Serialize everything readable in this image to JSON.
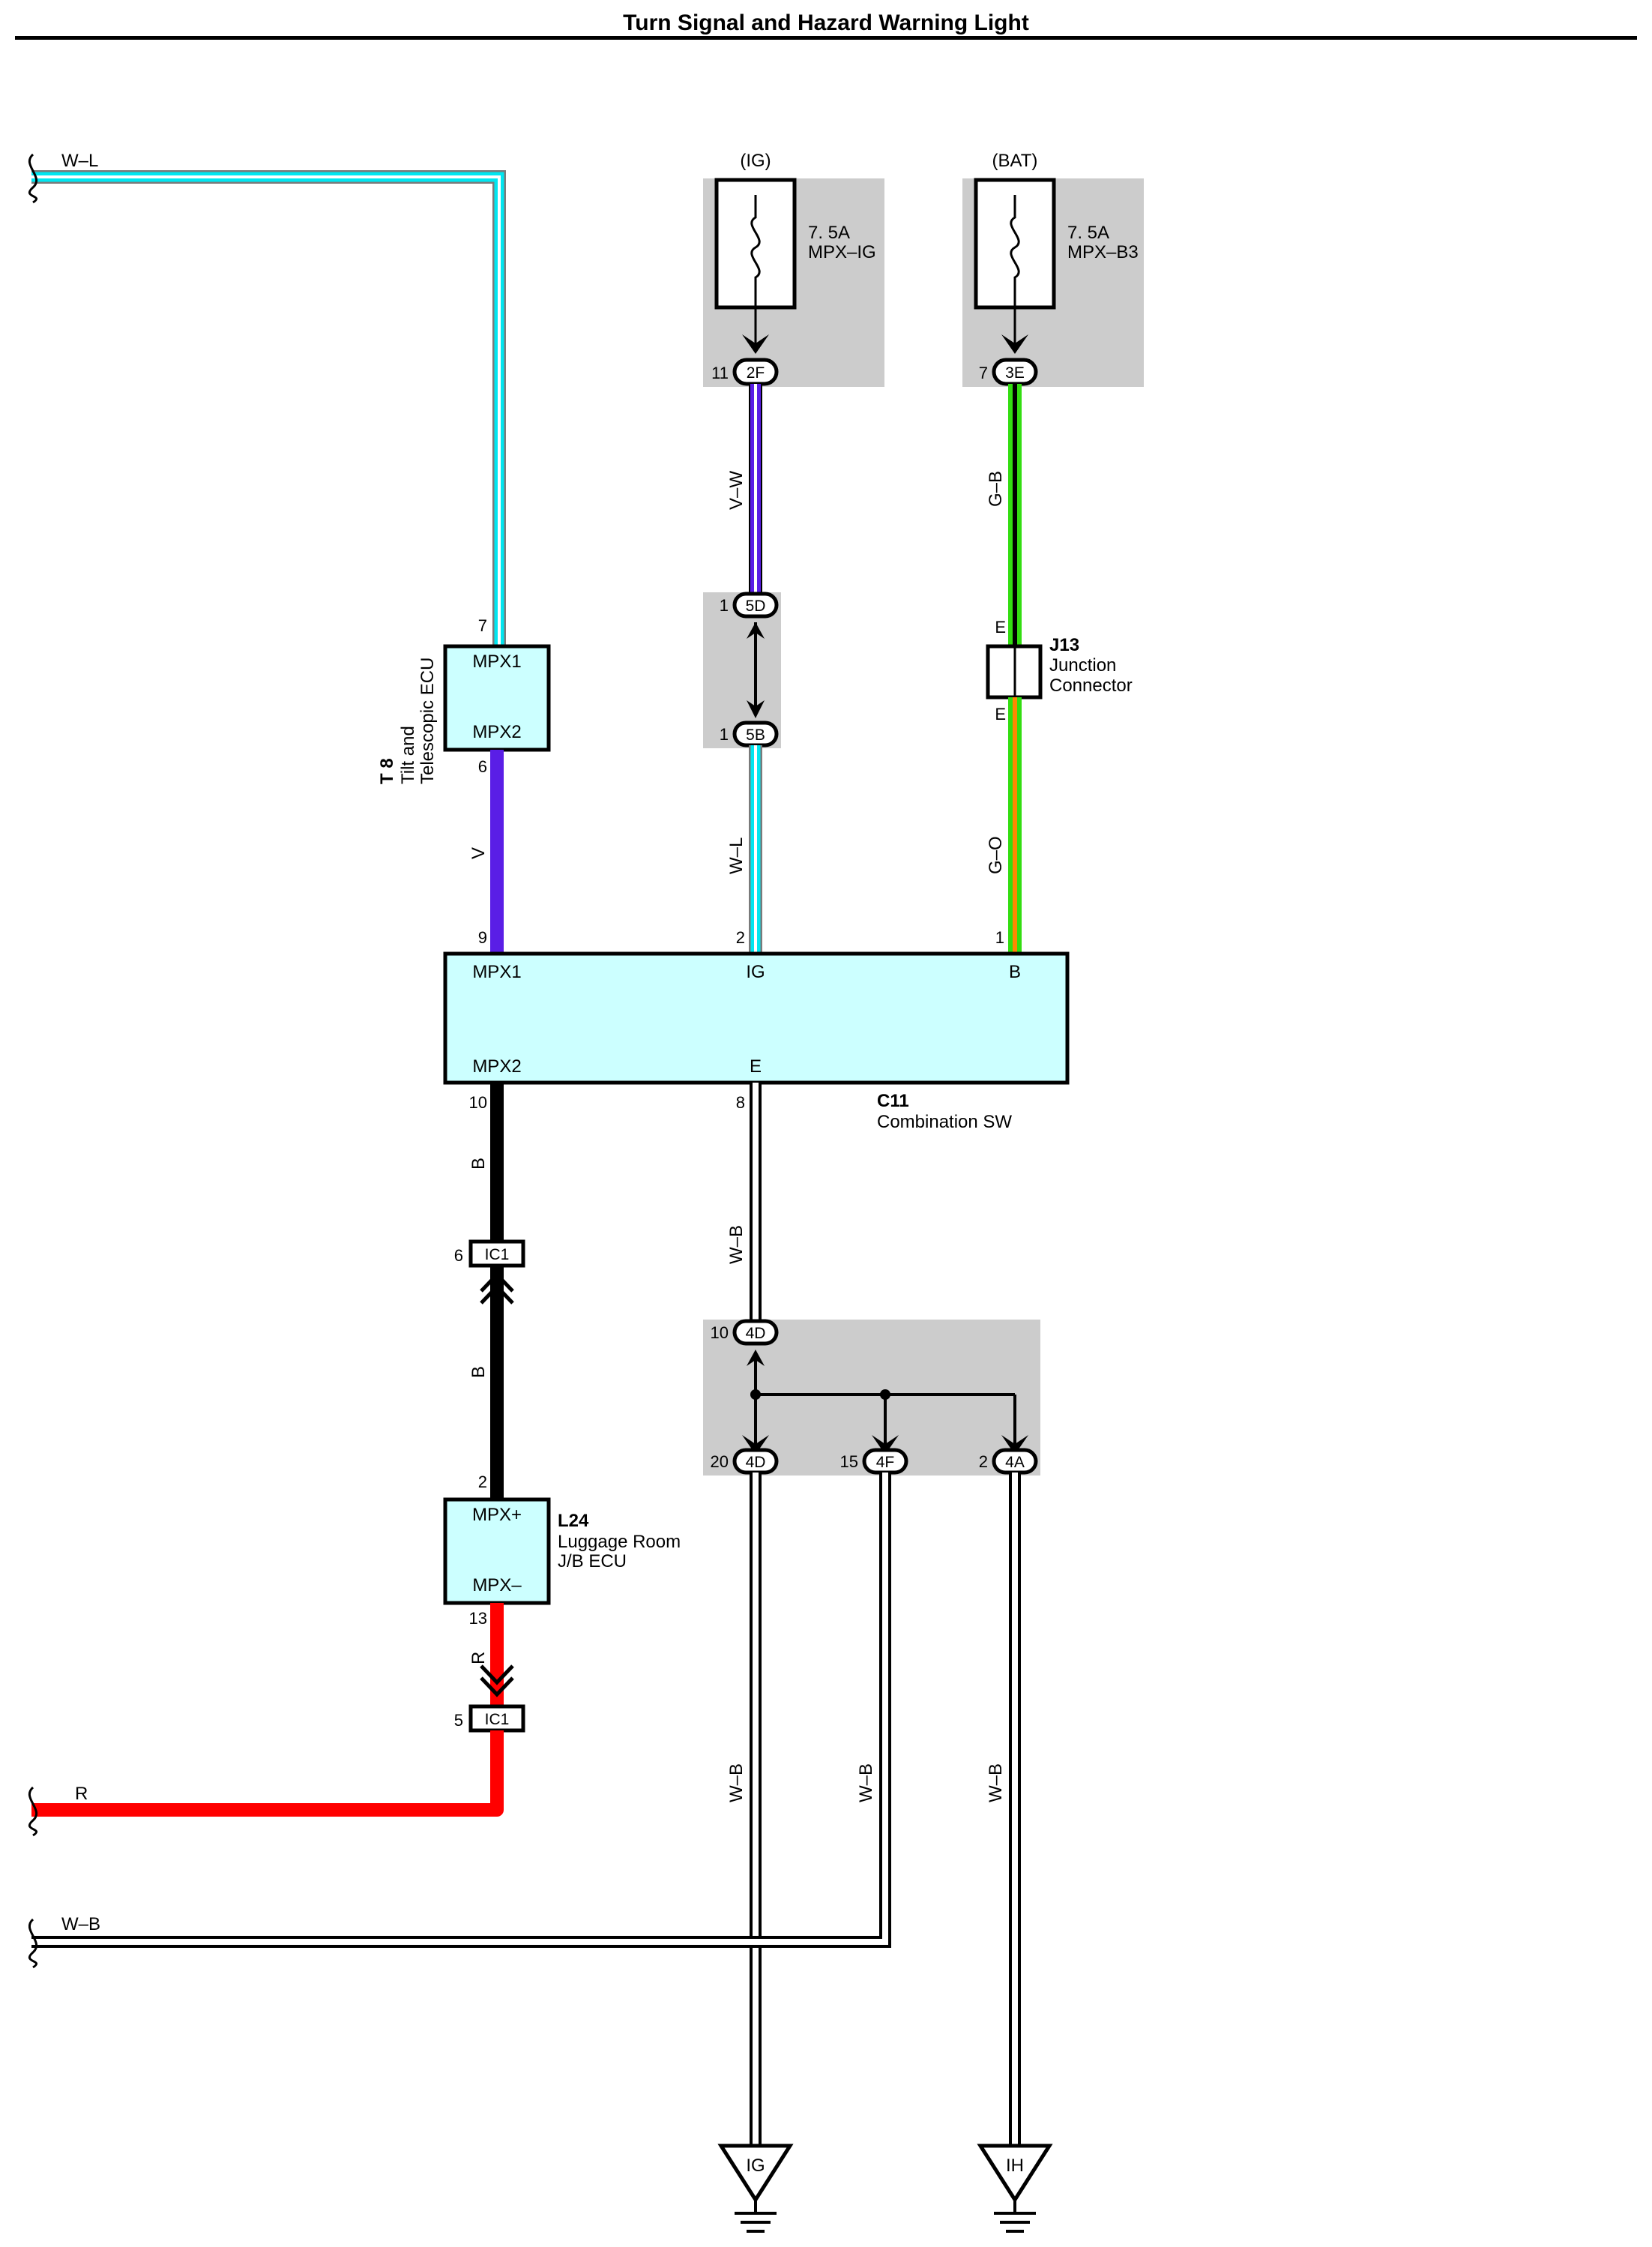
{
  "title": "Turn Signal and Hazard Warning Light",
  "sources": {
    "ig": {
      "label": "(IG)",
      "fuse_rating": "7. 5A",
      "fuse_name": "MPX–IG",
      "connector": "2F",
      "pin": "11"
    },
    "bat": {
      "label": "(BAT)",
      "fuse_rating": "7. 5A",
      "fuse_name": "MPX–B3",
      "connector": "3E",
      "pin": "7"
    }
  },
  "wires": {
    "w_l_top": "W–L",
    "v_w": "V–W",
    "g_b": "G–B",
    "v": "V",
    "w_l_mid": "W–L",
    "g_o": "G–O",
    "w_b_upper": "W–B",
    "b_upper": "B",
    "b_lower": "B",
    "r_short": "R",
    "r_left": "R",
    "w_b_left": "W–B",
    "w_b_1": "W–B",
    "w_b_2": "W–B",
    "w_b_3": "W–B"
  },
  "connectors": {
    "c5d": {
      "name": "5D",
      "pin": "1"
    },
    "c5b": {
      "name": "5B",
      "pin": "1"
    },
    "c4d_top": {
      "name": "4D",
      "pin": "10"
    },
    "c4d_bot": {
      "name": "4D",
      "pin": "20"
    },
    "c4f": {
      "name": "4F",
      "pin": "15"
    },
    "c4a": {
      "name": "4A",
      "pin": "2"
    },
    "ic1_top": {
      "name": "IC1",
      "pin": "6"
    },
    "ic1_bot": {
      "name": "IC1",
      "pin": "5"
    }
  },
  "components": {
    "t8": {
      "id": "T 8",
      "name_line1": "Tilt and",
      "name_line2": "Telescopic ECU",
      "term1": "MPX1",
      "term2": "MPX2",
      "pin_top": "7",
      "pin_bot": "6"
    },
    "j13": {
      "id": "J13",
      "name_line1": "Junction",
      "name_line2": "Connector",
      "pin_top": "E",
      "pin_bot": "E"
    },
    "c11": {
      "id": "C11",
      "name": "Combination SW",
      "term_mpx1": "MPX1",
      "term_ig": "IG",
      "term_b": "B",
      "term_mpx2": "MPX2",
      "term_e": "E",
      "pin_mpx1": "9",
      "pin_ig": "2",
      "pin_b": "1",
      "pin_mpx2": "10",
      "pin_e": "8"
    },
    "l24": {
      "id": "L24",
      "name_line1": "Luggage Room",
      "name_line2": "J/B ECU",
      "term1": "MPX+",
      "term2": "MPX–",
      "pin_top": "2",
      "pin_bot": "13"
    }
  },
  "grounds": {
    "ig": "IG",
    "ih": "IH"
  },
  "colors": {
    "cyan": "#00e6f0",
    "violet": "#5a1ee6",
    "green": "#33dd11",
    "black": "#000000",
    "red": "#ff0000",
    "orange": "#ff8800",
    "component_fill": "#ccffff",
    "junction_block": "#cccccc"
  }
}
